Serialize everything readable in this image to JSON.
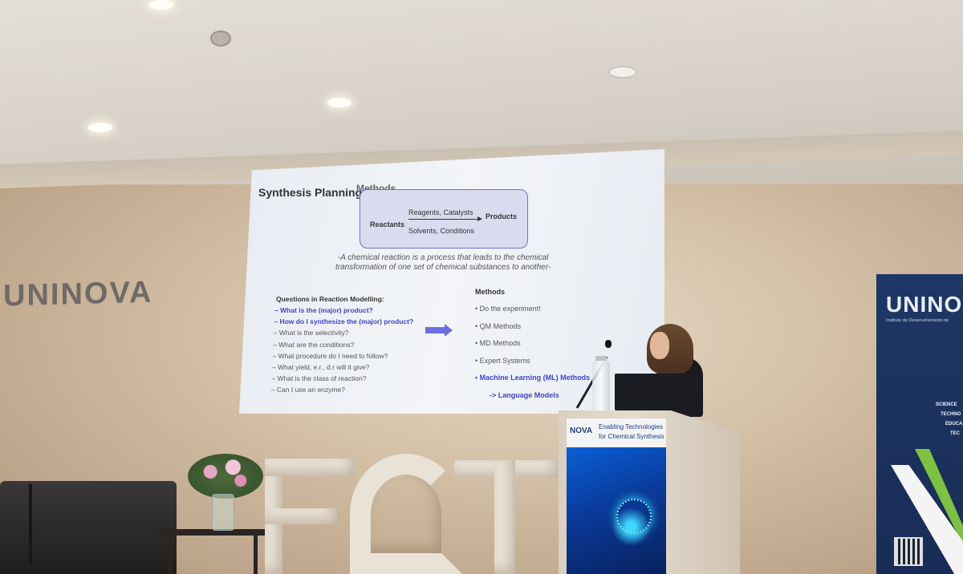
{
  "wall_logo": "UNINOVA",
  "slide": {
    "title": "Synthesis Planning:",
    "title_sub": "Methods",
    "reaction": {
      "reactants": "Reactants",
      "above_arrow": "Reagents, Catalysts",
      "below_arrow": "Solvents, Conditions",
      "products": "Products"
    },
    "definition_line1": "-A chemical reaction is a process that leads to the chemical",
    "definition_line2": "transformation of one set of chemical substances to another-",
    "questions_header": "Questions in Reaction Modelling:",
    "questions": [
      {
        "text": "What is the (major) product?",
        "highlight": true
      },
      {
        "text": "How do I synthesize the (major) product?",
        "highlight": true
      },
      {
        "text": "What is the selectivity?",
        "highlight": false
      },
      {
        "text": "What are the conditions?",
        "highlight": false
      },
      {
        "text": "What procedure do I need to follow?",
        "highlight": false
      },
      {
        "text": "What yield, e.r., d.r will it give?",
        "highlight": false
      },
      {
        "text": "What is the class of reaction?",
        "highlight": false
      },
      {
        "text": "Can I use an enzyme?",
        "highlight": false
      }
    ],
    "methods_header": "Methods",
    "methods": [
      {
        "text": "Do the experiment!",
        "highlight": false
      },
      {
        "text": "QM Methods",
        "highlight": false
      },
      {
        "text": "MD Methods",
        "highlight": false
      },
      {
        "text": "Expert Systems",
        "highlight": false
      },
      {
        "text": "Machine Learning (ML) Methods",
        "highlight": true
      }
    ],
    "sub_method": "-> Language Models",
    "accent_color": "#3f45c9"
  },
  "podium": {
    "logo": "NOVA",
    "line1": "Enabling Technologies",
    "line2": "for Chemical Synthesis"
  },
  "fct_letters": "FCT",
  "banner": {
    "logo": "UNINO",
    "subtitle": "Instituto de Desenvolvimento de",
    "words": [
      "SCIENCE",
      "TECHNO",
      "EDUCA",
      "TEC"
    ]
  }
}
